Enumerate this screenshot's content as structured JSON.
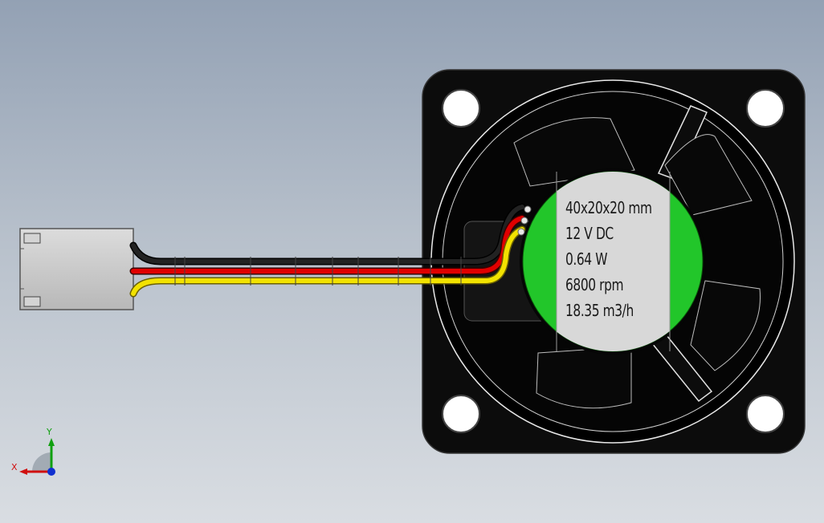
{
  "label": {
    "lines": [
      "40x20x20 mm",
      "12 V DC",
      "0.64 W",
      "6800 rpm",
      "18.35 m3/h"
    ]
  },
  "triad": {
    "x_label": "X",
    "y_label": "Y"
  },
  "colors": {
    "frame": "#0c0c0c",
    "label_green": "#22c62a",
    "label_center": "#d8d8d8",
    "wire_black": "#111111",
    "wire_red": "#e00000",
    "wire_yellow": "#f2e200",
    "connector": "#c9c9c9",
    "axis_x": "#d01010",
    "axis_y": "#10a010",
    "axis_z": "#1030d0"
  }
}
